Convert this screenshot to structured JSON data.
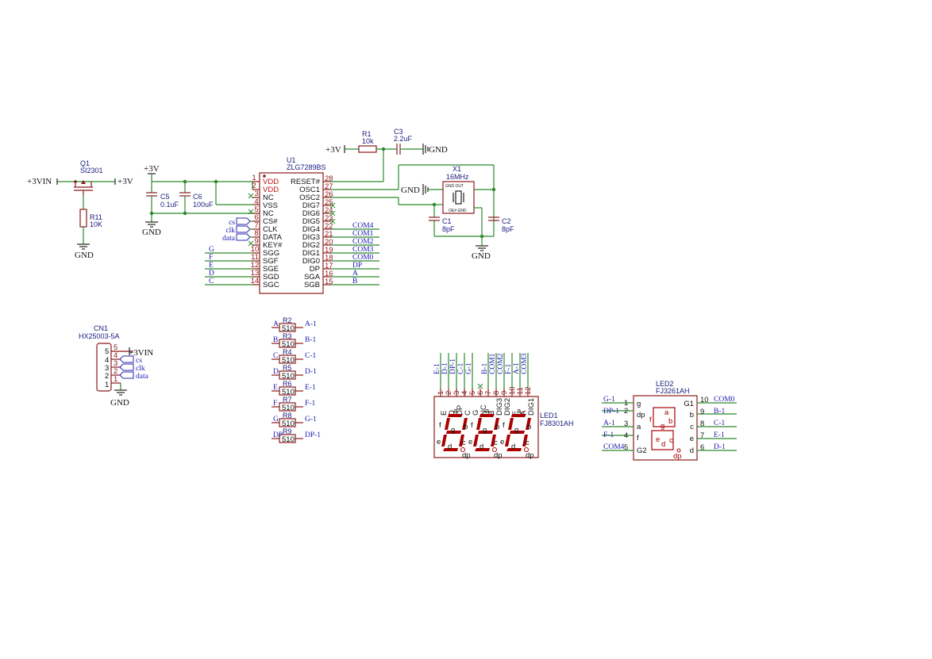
{
  "power": {
    "vin_left": "+3VIN",
    "v3_q1": "+3V",
    "v3_caps": "+3V",
    "v3_r1": "+3V",
    "gnd_r11": "GND",
    "gnd_caps": "GND",
    "gnd_c3": "GND",
    "gnd_x1_left": "GND",
    "gnd_crystal": "GND",
    "gnd_cn1": "GND",
    "vin_cn1": "+3VIN"
  },
  "components": {
    "q1": {
      "ref": "Q1",
      "value": "SI2301"
    },
    "r11": {
      "ref": "R11",
      "value": "10K"
    },
    "c5": {
      "ref": "C5",
      "value": "0.1uF"
    },
    "c6": {
      "ref": "C6",
      "value": "100uF"
    },
    "r1": {
      "ref": "R1",
      "value": "10k"
    },
    "c3": {
      "ref": "C3",
      "value": "2.2uF"
    },
    "x1": {
      "ref": "X1",
      "value": "16MHz",
      "inner_top": "GND  OUT",
      "inner_bot": "OE# GND"
    },
    "c1": {
      "ref": "C1",
      "value": "8pF"
    },
    "c2": {
      "ref": "C2",
      "value": "8pF"
    },
    "cn1": {
      "ref": "CN1",
      "value": "HX25003-5A",
      "pins": [
        "5",
        "4",
        "3",
        "2",
        "1"
      ],
      "nets": [
        "cs",
        "clk",
        "data"
      ]
    },
    "led1": {
      "ref": "LED1",
      "value": "FJ8301AH"
    },
    "led2": {
      "ref": "LED2",
      "value": "FJ3261AH"
    }
  },
  "u1": {
    "ref": "U1",
    "value": "ZLG7289BS",
    "left_pins": [
      {
        "num": "1",
        "name": "VDD"
      },
      {
        "num": "2",
        "name": "VDD"
      },
      {
        "num": "3",
        "name": "NC"
      },
      {
        "num": "4",
        "name": "VSS"
      },
      {
        "num": "5",
        "name": "NC"
      },
      {
        "num": "6",
        "name": "CS#"
      },
      {
        "num": "7",
        "name": "CLK"
      },
      {
        "num": "8",
        "name": "DATA"
      },
      {
        "num": "9",
        "name": "KEY#"
      },
      {
        "num": "10",
        "name": "SGG"
      },
      {
        "num": "11",
        "name": "SGF"
      },
      {
        "num": "12",
        "name": "SGE"
      },
      {
        "num": "13",
        "name": "SGD"
      },
      {
        "num": "14",
        "name": "SGC"
      }
    ],
    "right_pins": [
      {
        "num": "28",
        "name": "RESET#"
      },
      {
        "num": "27",
        "name": "OSC1"
      },
      {
        "num": "26",
        "name": "OSC2"
      },
      {
        "num": "25",
        "name": "DIG7"
      },
      {
        "num": "24",
        "name": "DIG6"
      },
      {
        "num": "23",
        "name": "DIG5"
      },
      {
        "num": "22",
        "name": "DIG4"
      },
      {
        "num": "21",
        "name": "DIG3"
      },
      {
        "num": "20",
        "name": "DIG2"
      },
      {
        "num": "19",
        "name": "DIG1"
      },
      {
        "num": "18",
        "name": "DIG0"
      },
      {
        "num": "17",
        "name": "DP"
      },
      {
        "num": "16",
        "name": "SGA"
      },
      {
        "num": "15",
        "name": "SGB"
      }
    ],
    "left_nets": [
      "cs",
      "clk",
      "data",
      "G",
      "F",
      "E",
      "D",
      "C"
    ],
    "right_nets": [
      "COM4",
      "COM1",
      "COM2",
      "COM3",
      "COM0",
      "DP",
      "A",
      "B"
    ]
  },
  "resistors": [
    {
      "ref": "R2",
      "value": "510",
      "left": "A",
      "right": "A-1"
    },
    {
      "ref": "R3",
      "value": "510",
      "left": "B",
      "right": "B-1"
    },
    {
      "ref": "R4",
      "value": "510",
      "left": "C",
      "right": "C-1"
    },
    {
      "ref": "R5",
      "value": "510",
      "left": "D",
      "right": "D-1"
    },
    {
      "ref": "R6",
      "value": "510",
      "left": "E",
      "right": "E-1"
    },
    {
      "ref": "R7",
      "value": "510",
      "left": "F",
      "right": "F-1"
    },
    {
      "ref": "R8",
      "value": "510",
      "left": "G",
      "right": "G-1"
    },
    {
      "ref": "R9",
      "value": "510",
      "left": "DP",
      "right": "DP-1"
    }
  ],
  "led1_pins": [
    {
      "num": "1",
      "name": "E",
      "net": "E-1"
    },
    {
      "num": "2",
      "name": "D",
      "net": "D-1"
    },
    {
      "num": "3",
      "name": "DP",
      "net": "DP-1"
    },
    {
      "num": "4",
      "name": "C",
      "net": "C-1"
    },
    {
      "num": "5",
      "name": "G",
      "net": "G-1"
    },
    {
      "num": "6",
      "name": "NC",
      "net": ""
    },
    {
      "num": "7",
      "name": "B",
      "net": "B-1"
    },
    {
      "num": "8",
      "name": "DIG3",
      "net": "COM1"
    },
    {
      "num": "9",
      "name": "DIG2",
      "net": "COM2"
    },
    {
      "num": "10",
      "name": "F",
      "net": "F-1"
    },
    {
      "num": "11",
      "name": "A",
      "net": "A-1"
    },
    {
      "num": "12",
      "name": "DIG1",
      "net": "COM3"
    }
  ],
  "led_segments": {
    "a": "a",
    "b": "b",
    "c": "c",
    "d": "d",
    "e": "e",
    "f": "f",
    "g": "g",
    "dp": "dp"
  },
  "led2": {
    "left_pins": [
      {
        "num": "1",
        "name": "g",
        "net": "G-1"
      },
      {
        "num": "2",
        "name": "dp",
        "net": "DP-1"
      },
      {
        "num": "3",
        "name": "a",
        "net": "A-1"
      },
      {
        "num": "4",
        "name": "f",
        "net": "F-1"
      },
      {
        "num": "5",
        "name": "G2",
        "net": "COM4"
      }
    ],
    "right_pins": [
      {
        "num": "10",
        "name": "G1",
        "net": "COM0"
      },
      {
        "num": "9",
        "name": "b",
        "net": "B-1"
      },
      {
        "num": "8",
        "name": "c",
        "net": "C-1"
      },
      {
        "num": "7",
        "name": "e",
        "net": "E-1"
      },
      {
        "num": "6",
        "name": "d",
        "net": "D-1"
      }
    ]
  }
}
